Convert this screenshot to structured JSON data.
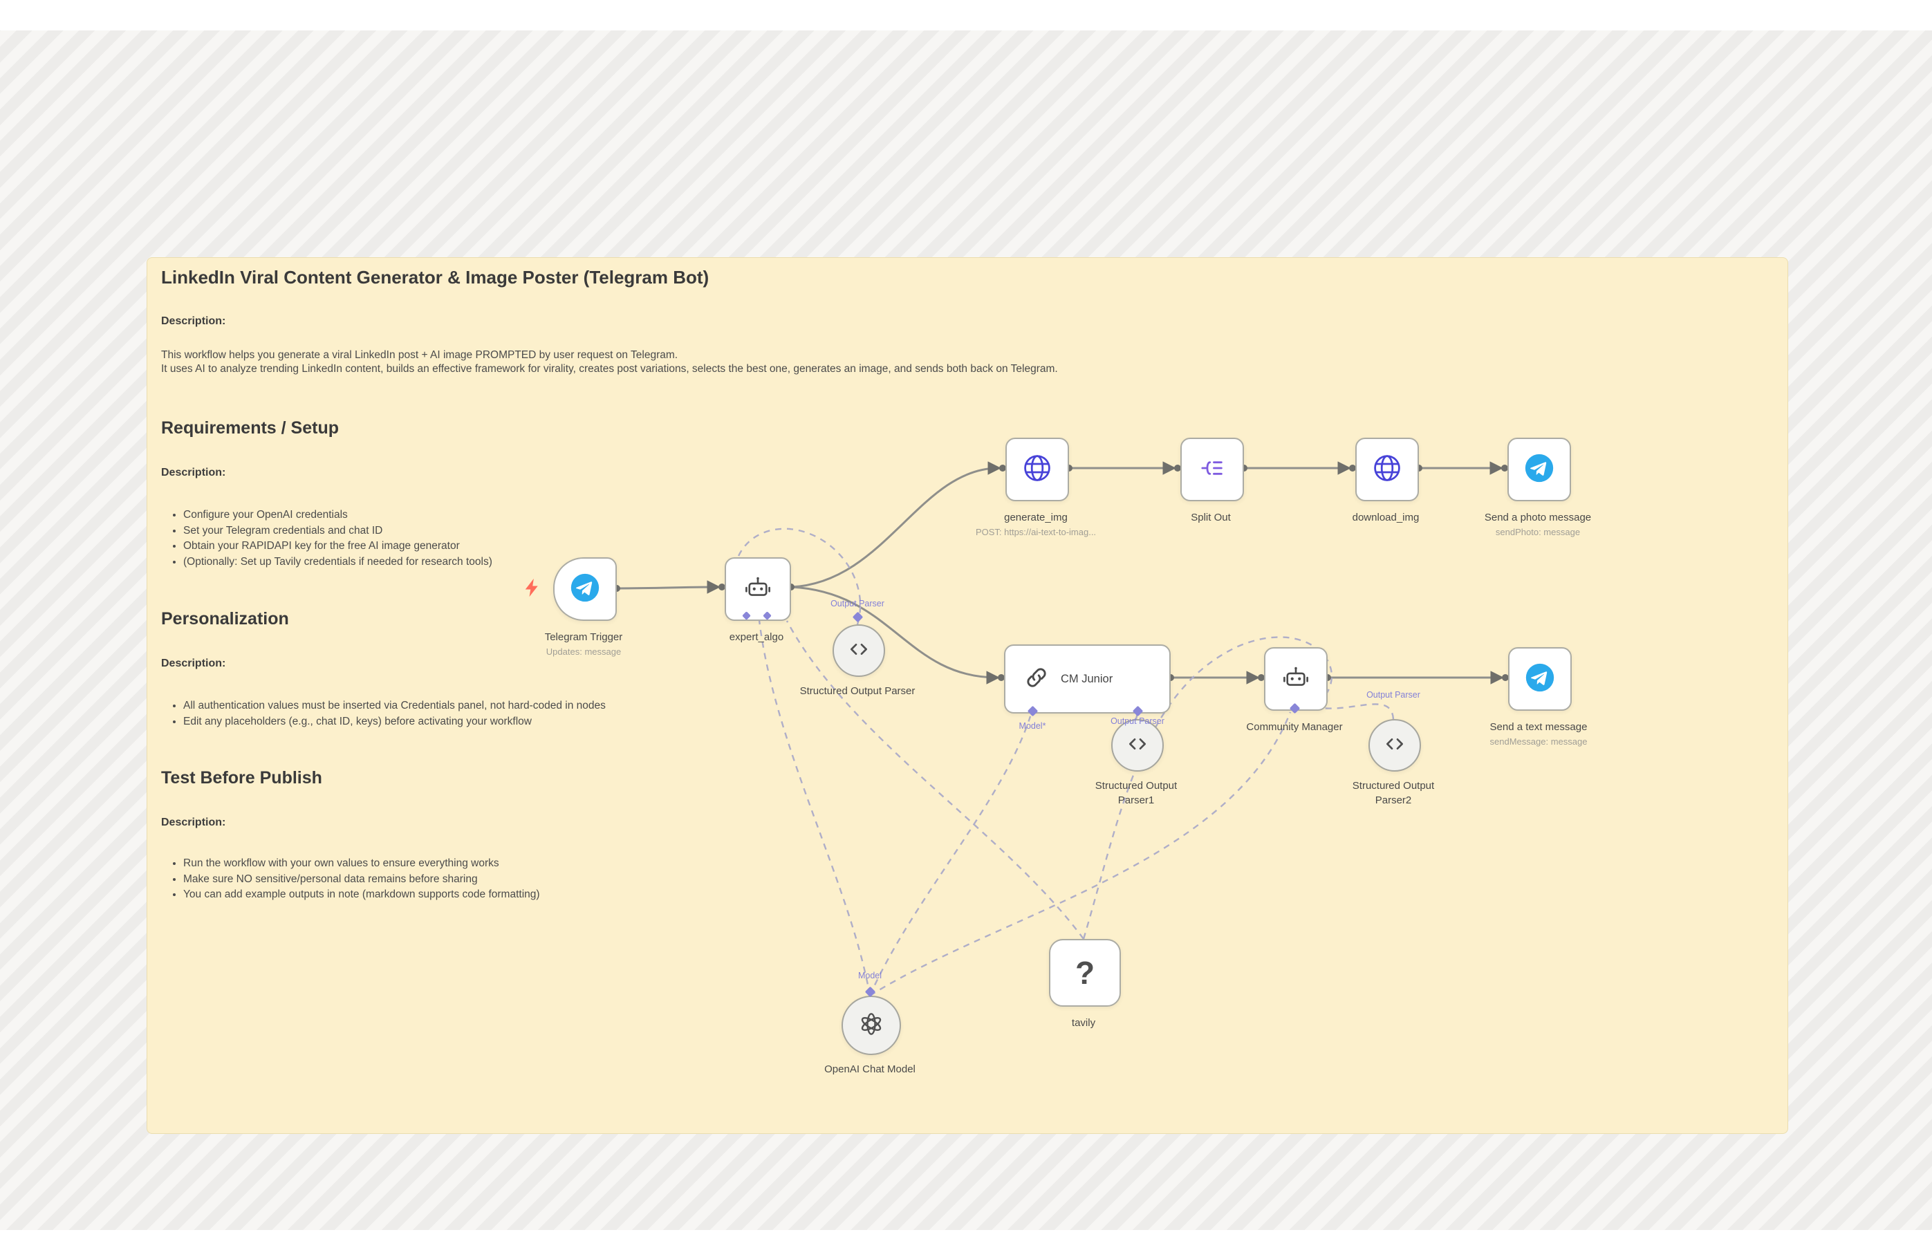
{
  "colors": {
    "sticky_bg": "#FCF0CC",
    "telegram_blue": "#2AA9EB",
    "http_indigo": "#4742D8",
    "split_purple": "#7E5BE0",
    "connector_purple": "#8986D8",
    "trigger_bolt": "#FF6D5A",
    "solid_wire": "#8f8f8b",
    "dashed_wire": "#AFAEC8"
  },
  "sticky": {
    "title": "LinkedIn Viral Content Generator & Image Poster (Telegram Bot)",
    "description_label": "Description:",
    "intro_lines": [
      "This workflow helps you generate a viral LinkedIn post + AI image PROMPTED by user request on Telegram.",
      "It uses AI to analyze trending LinkedIn content, builds an effective framework for virality, creates post variations, selects the best one, generates an image, and sends both back on Telegram."
    ],
    "sections": [
      {
        "heading": "Requirements / Setup",
        "bullets": [
          "Configure your OpenAI credentials",
          "Set your Telegram credentials and chat ID",
          "Obtain your RAPIDAPI key for the free AI image generator",
          "(Optionally: Set up Tavily credentials if needed for research tools)"
        ]
      },
      {
        "heading": "Personalization",
        "bullets": [
          "All authentication values must be inserted via Credentials panel, not hard-coded in nodes",
          "Edit any placeholders (e.g., chat ID, keys) before activating your workflow"
        ]
      },
      {
        "heading": "Test Before Publish",
        "bullets": [
          "Run the workflow with your own values to ensure everything works",
          "Make sure NO sensitive/personal data remains before sharing",
          "You can add example outputs in note (markdown supports code formatting)"
        ]
      }
    ]
  },
  "nodes": [
    {
      "label": "Telegram Trigger",
      "sublabel": "Updates: message",
      "icon": "telegram-icon"
    },
    {
      "label": "expert_algo",
      "icon": "bot-icon"
    },
    {
      "label": "Structured Output Parser",
      "icon": "code-brackets-icon"
    },
    {
      "label": "generate_img",
      "sublabel": "POST: https://ai-text-to-imag...",
      "icon": "globe-icon"
    },
    {
      "label": "Split Out",
      "icon": "split-out-icon"
    },
    {
      "label": "download_img",
      "icon": "globe-icon"
    },
    {
      "label": "Send a photo message",
      "sublabel": "sendPhoto: message",
      "icon": "telegram-icon"
    },
    {
      "label": "CM Junior",
      "icon": "link-chain-icon"
    },
    {
      "label": "Structured Output Parser1",
      "icon": "code-brackets-icon"
    },
    {
      "label": "Community Manager",
      "icon": "bot-icon"
    },
    {
      "label": "Structured Output Parser2",
      "icon": "code-brackets-icon"
    },
    {
      "label": "Send a text message",
      "sublabel": "sendMessage: message",
      "icon": "telegram-icon"
    },
    {
      "label": "tavily",
      "icon": "question-mark-icon"
    },
    {
      "label": "OpenAI Chat Model",
      "icon": "openai-icon"
    }
  ],
  "connector_labels": {
    "output_parser": "Output Parser",
    "model_star": "Model*",
    "model": "Model"
  },
  "glyphs": {
    "question": "?"
  }
}
